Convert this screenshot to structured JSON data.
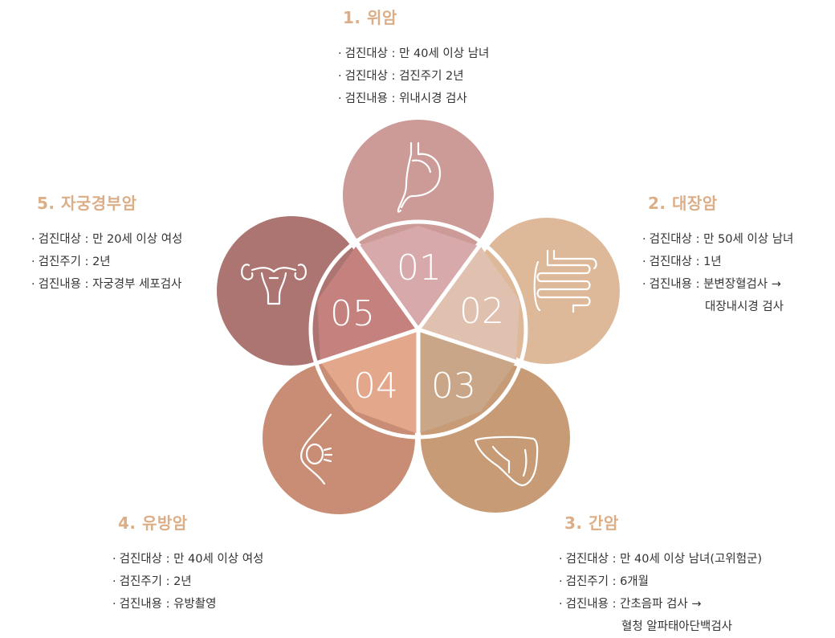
{
  "colors": {
    "petal_1": "#cc9a97",
    "petal_2": "#ddb999",
    "petal_3": "#c69b75",
    "petal_4": "#c88d74",
    "petal_5": "#ac7572",
    "segment_1": "#d8a9aa",
    "segment_2": "#e0c0ae",
    "segment_3": "#c9a687",
    "segment_4": "#e3a88c",
    "segment_5": "#c4817e",
    "heading": "#dcae88"
  },
  "segments": [
    {
      "number": "01",
      "icon": "stomach-icon"
    },
    {
      "number": "02",
      "icon": "intestine-icon"
    },
    {
      "number": "03",
      "icon": "liver-icon"
    },
    {
      "number": "04",
      "icon": "breast-icon"
    },
    {
      "number": "05",
      "icon": "uterus-icon"
    }
  ],
  "bullet": "·",
  "cancers": [
    {
      "title": "1. 위암",
      "lines": [
        "검진대상 : 만 40세 이상 남녀",
        "검진대상 : 검진주기 2년",
        "검진내용 : 위내시경 검사"
      ]
    },
    {
      "title": "2. 대장암",
      "lines": [
        "검진대상 : 만 50세 이상 남녀",
        "검진대상 : 1년",
        "검진내용 : 분변장혈검사 →"
      ],
      "continuation": "대장내시경 검사"
    },
    {
      "title": "3. 간암",
      "lines": [
        "검진대상 : 만 40세 이상 남녀(고위험군)",
        "검진주기 : 6개월",
        "검진내용 : 간초음파 검사 →"
      ],
      "continuation": "혈청 알파태아단백검사"
    },
    {
      "title": "4. 유방암",
      "lines": [
        "검진대상 : 만 40세 이상 여성",
        "검진주기 : 2년",
        "검진내용 : 유방촬영"
      ]
    },
    {
      "title": "5. 자궁경부암",
      "lines": [
        "검진대상 : 만 20세 이상 여성",
        "검진주기 : 2년",
        "검진내용 : 자궁경부 세포검사"
      ]
    }
  ]
}
